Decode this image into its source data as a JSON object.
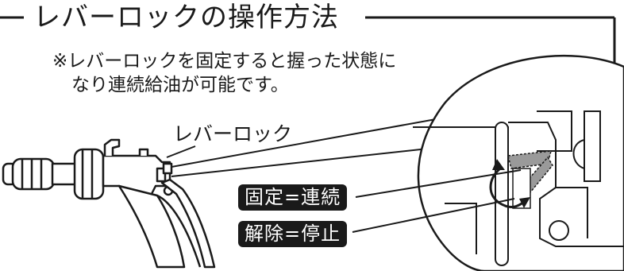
{
  "title": "レバーロックの操作方法",
  "note": {
    "line1": "※レバーロックを固定すると握った状態に",
    "line2": "なり連続給油が可能です。"
  },
  "labels": {
    "lever_lock": "レバーロック",
    "fixed_continuous": "固定=連続",
    "release_stop": "解除=停止"
  },
  "colors": {
    "line": "#1a1a1a",
    "badge_bg": "#1a1a1a",
    "badge_text": "#ffffff",
    "lock_gray": "#9a9a9a"
  }
}
